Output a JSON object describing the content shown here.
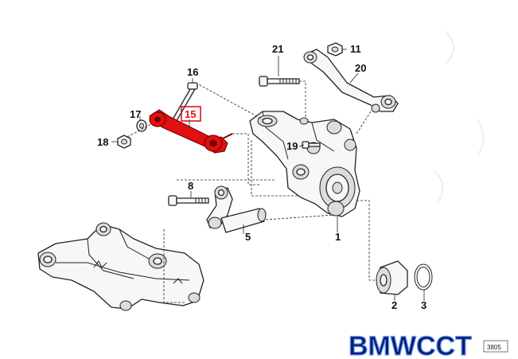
{
  "diagram": {
    "callouts": {
      "p1": "1",
      "p2": "2",
      "p3": "3",
      "p5": "5",
      "p8": "8",
      "p11": "11",
      "p15": "15",
      "p16": "16",
      "p17": "17",
      "p18": "18",
      "p19": "19",
      "p20": "20",
      "p21": "21"
    },
    "highlight_color": "#e01010"
  },
  "logo": {
    "text": "BMWCCT",
    "stamp": "3805"
  }
}
